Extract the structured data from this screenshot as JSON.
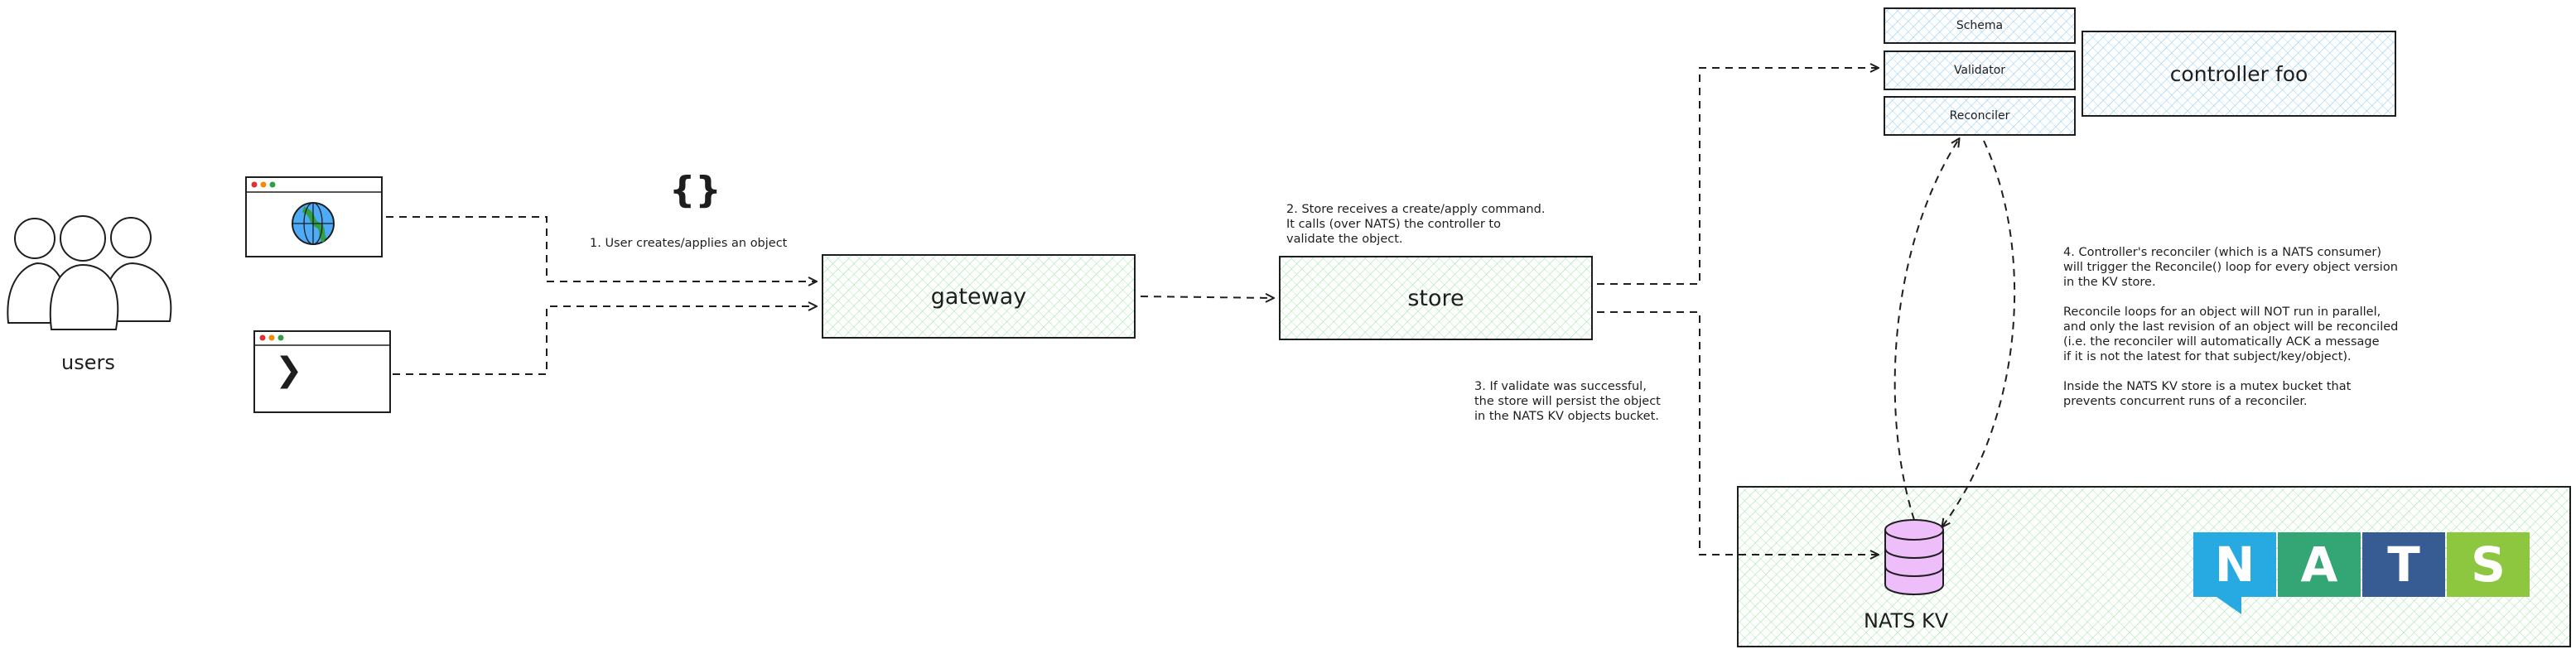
{
  "actors": {
    "users_label": "users"
  },
  "clients": {
    "browser_icon": "globe-icon",
    "terminal_icon": "chevron-right-icon",
    "terminal_glyph": "❯"
  },
  "object_icon": "{}",
  "boxes": {
    "gateway": "gateway",
    "store": "store",
    "controller": "controller foo",
    "schema": "Schema",
    "validator": "Validator",
    "reconciler": "Reconciler",
    "kv": "NATS KV"
  },
  "notes": {
    "step1": "1. User creates/applies an object",
    "step2": [
      "2. Store receives a create/apply command.",
      "It calls (over NATS) the controller to",
      "validate the object."
    ],
    "step3": [
      "3. If validate was successful,",
      "the store will persist the object",
      "in the NATS KV objects bucket."
    ],
    "step4": [
      "4. Controller's reconciler (which is a NATS consumer)",
      "will trigger the Reconcile() loop for every object version",
      "in the KV store.",
      "",
      "Reconcile loops for an object will NOT run in parallel,",
      "and only the last revision of an object will be reconciled",
      "(i.e. the reconciler will automatically ACK a message",
      "if it is not the latest for that subject/key/object).",
      "",
      "Inside the NATS KV store is a mutex bucket that",
      "prevents concurrent runs of a reconciler."
    ]
  },
  "logo": {
    "letters": [
      "N",
      "A",
      "T",
      "S"
    ],
    "colors": [
      "#27aae1",
      "#34a574",
      "#375c93",
      "#8dc63f"
    ]
  },
  "colors": {
    "green_fill": "#b2f2bb",
    "blue_fill": "#a5d8ff",
    "purple_fill": "#eebefa",
    "stroke": "#1e1e1e"
  }
}
